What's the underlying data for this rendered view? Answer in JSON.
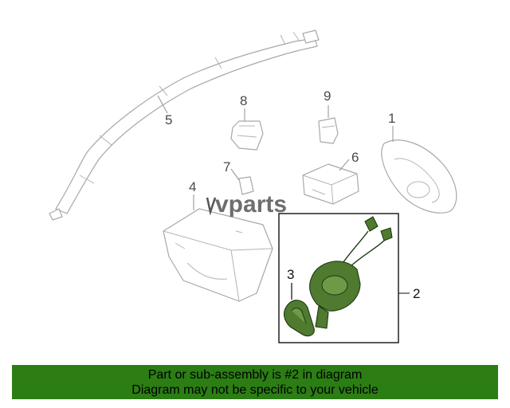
{
  "colors": {
    "banner_background": "#2b7d14",
    "highlight_part": "#4f7a2f",
    "part_outline": "#a8a8a8",
    "watermark_text": "#555555"
  },
  "watermark": {
    "text": "vparts"
  },
  "callouts": [
    {
      "id": "1",
      "label": "1"
    },
    {
      "id": "2",
      "label": "2"
    },
    {
      "id": "3",
      "label": "3"
    },
    {
      "id": "4",
      "label": "4"
    },
    {
      "id": "5",
      "label": "5"
    },
    {
      "id": "6",
      "label": "6"
    },
    {
      "id": "7",
      "label": "7"
    },
    {
      "id": "8",
      "label": "8"
    },
    {
      "id": "9",
      "label": "9"
    }
  ],
  "banner": {
    "line1": "Part or sub-assembly is #2 in diagram",
    "line2": "Diagram may not be specific to your vehicle"
  }
}
